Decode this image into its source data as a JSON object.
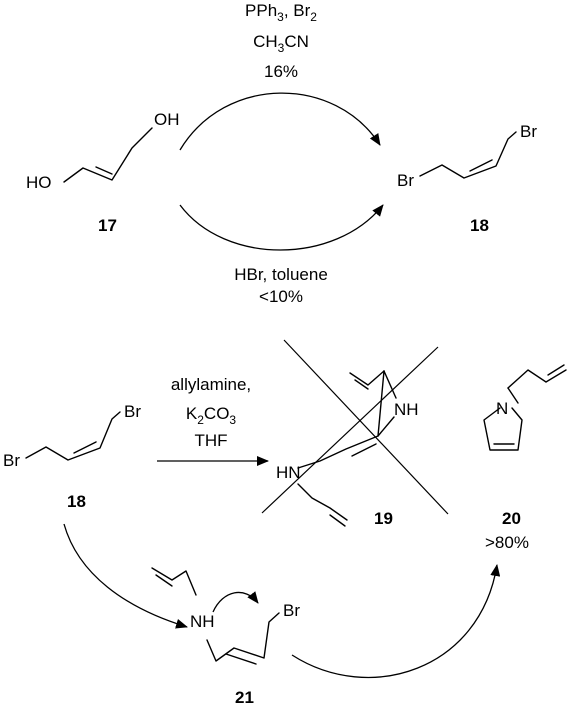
{
  "compounds": {
    "c17": {
      "number": "17",
      "oh_top": "OH",
      "oh_left": "HO"
    },
    "c18_top": {
      "number": "18",
      "br_right": "Br",
      "br_left": "Br"
    },
    "c18_bottom": {
      "number": "18",
      "br_right": "Br",
      "br_left": "Br"
    },
    "c19": {
      "number": "19",
      "nh_upper": "NH",
      "nh_lower": "HN"
    },
    "c20": {
      "number": "20",
      "n": "N",
      "yield": ">80%"
    },
    "c21": {
      "number": "21",
      "nh": "NH",
      "br": "Br"
    }
  },
  "reactions": {
    "top_conditions": [
      "PPh",
      "3",
      ", Br",
      "2"
    ],
    "top_solvent": [
      "CH",
      "3",
      "CN"
    ],
    "top_yield": "16%",
    "bottom_conditions": "HBr, toluene",
    "bottom_yield": "<10%",
    "allylation_reagent": "allylamine,",
    "allylation_base": [
      "K",
      "2",
      "CO",
      "3"
    ],
    "allylation_solvent": "THF"
  }
}
